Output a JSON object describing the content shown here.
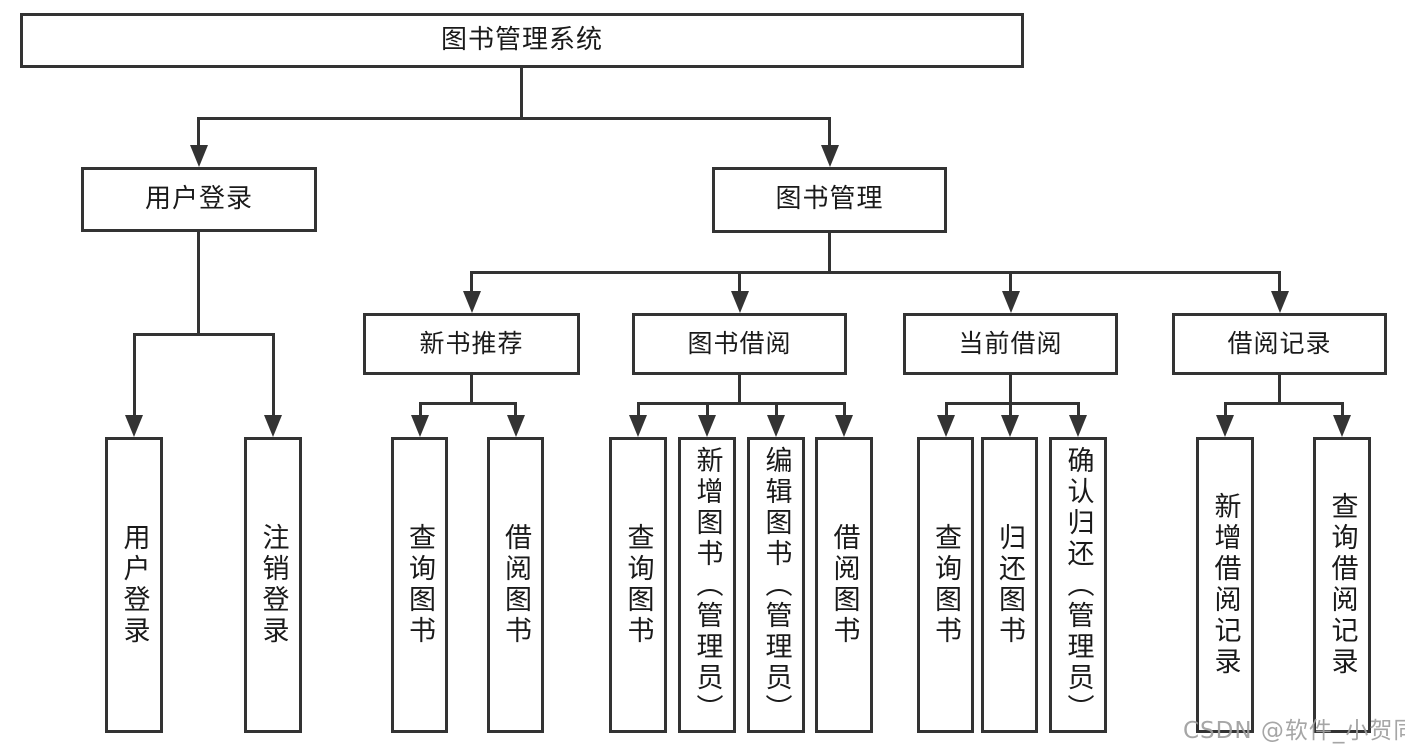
{
  "diagram": {
    "root": "图书管理系统",
    "login": {
      "label": "用户登录",
      "children": [
        "用户登录",
        "注销登录"
      ]
    },
    "management": {
      "label": "图书管理",
      "groups": [
        {
          "label": "新书推荐",
          "children": [
            "查询图书",
            "借阅图书"
          ]
        },
        {
          "label": "图书借阅",
          "children": [
            "查询图书",
            "新增图书（管理员）",
            "编辑图书（管理员）",
            "借阅图书"
          ]
        },
        {
          "label": "当前借阅",
          "children": [
            "查询图书",
            "归还图书",
            "确认归还（管理员）"
          ]
        },
        {
          "label": "借阅记录",
          "children": [
            "新增借阅记录",
            "查询借阅记录"
          ]
        }
      ]
    }
  },
  "watermark": "CSDN @软件_小贺同学",
  "colors": {
    "line": "#333333",
    "text": "#1a1a1a",
    "background": "#ffffff",
    "watermark": "#9e9e9e"
  }
}
